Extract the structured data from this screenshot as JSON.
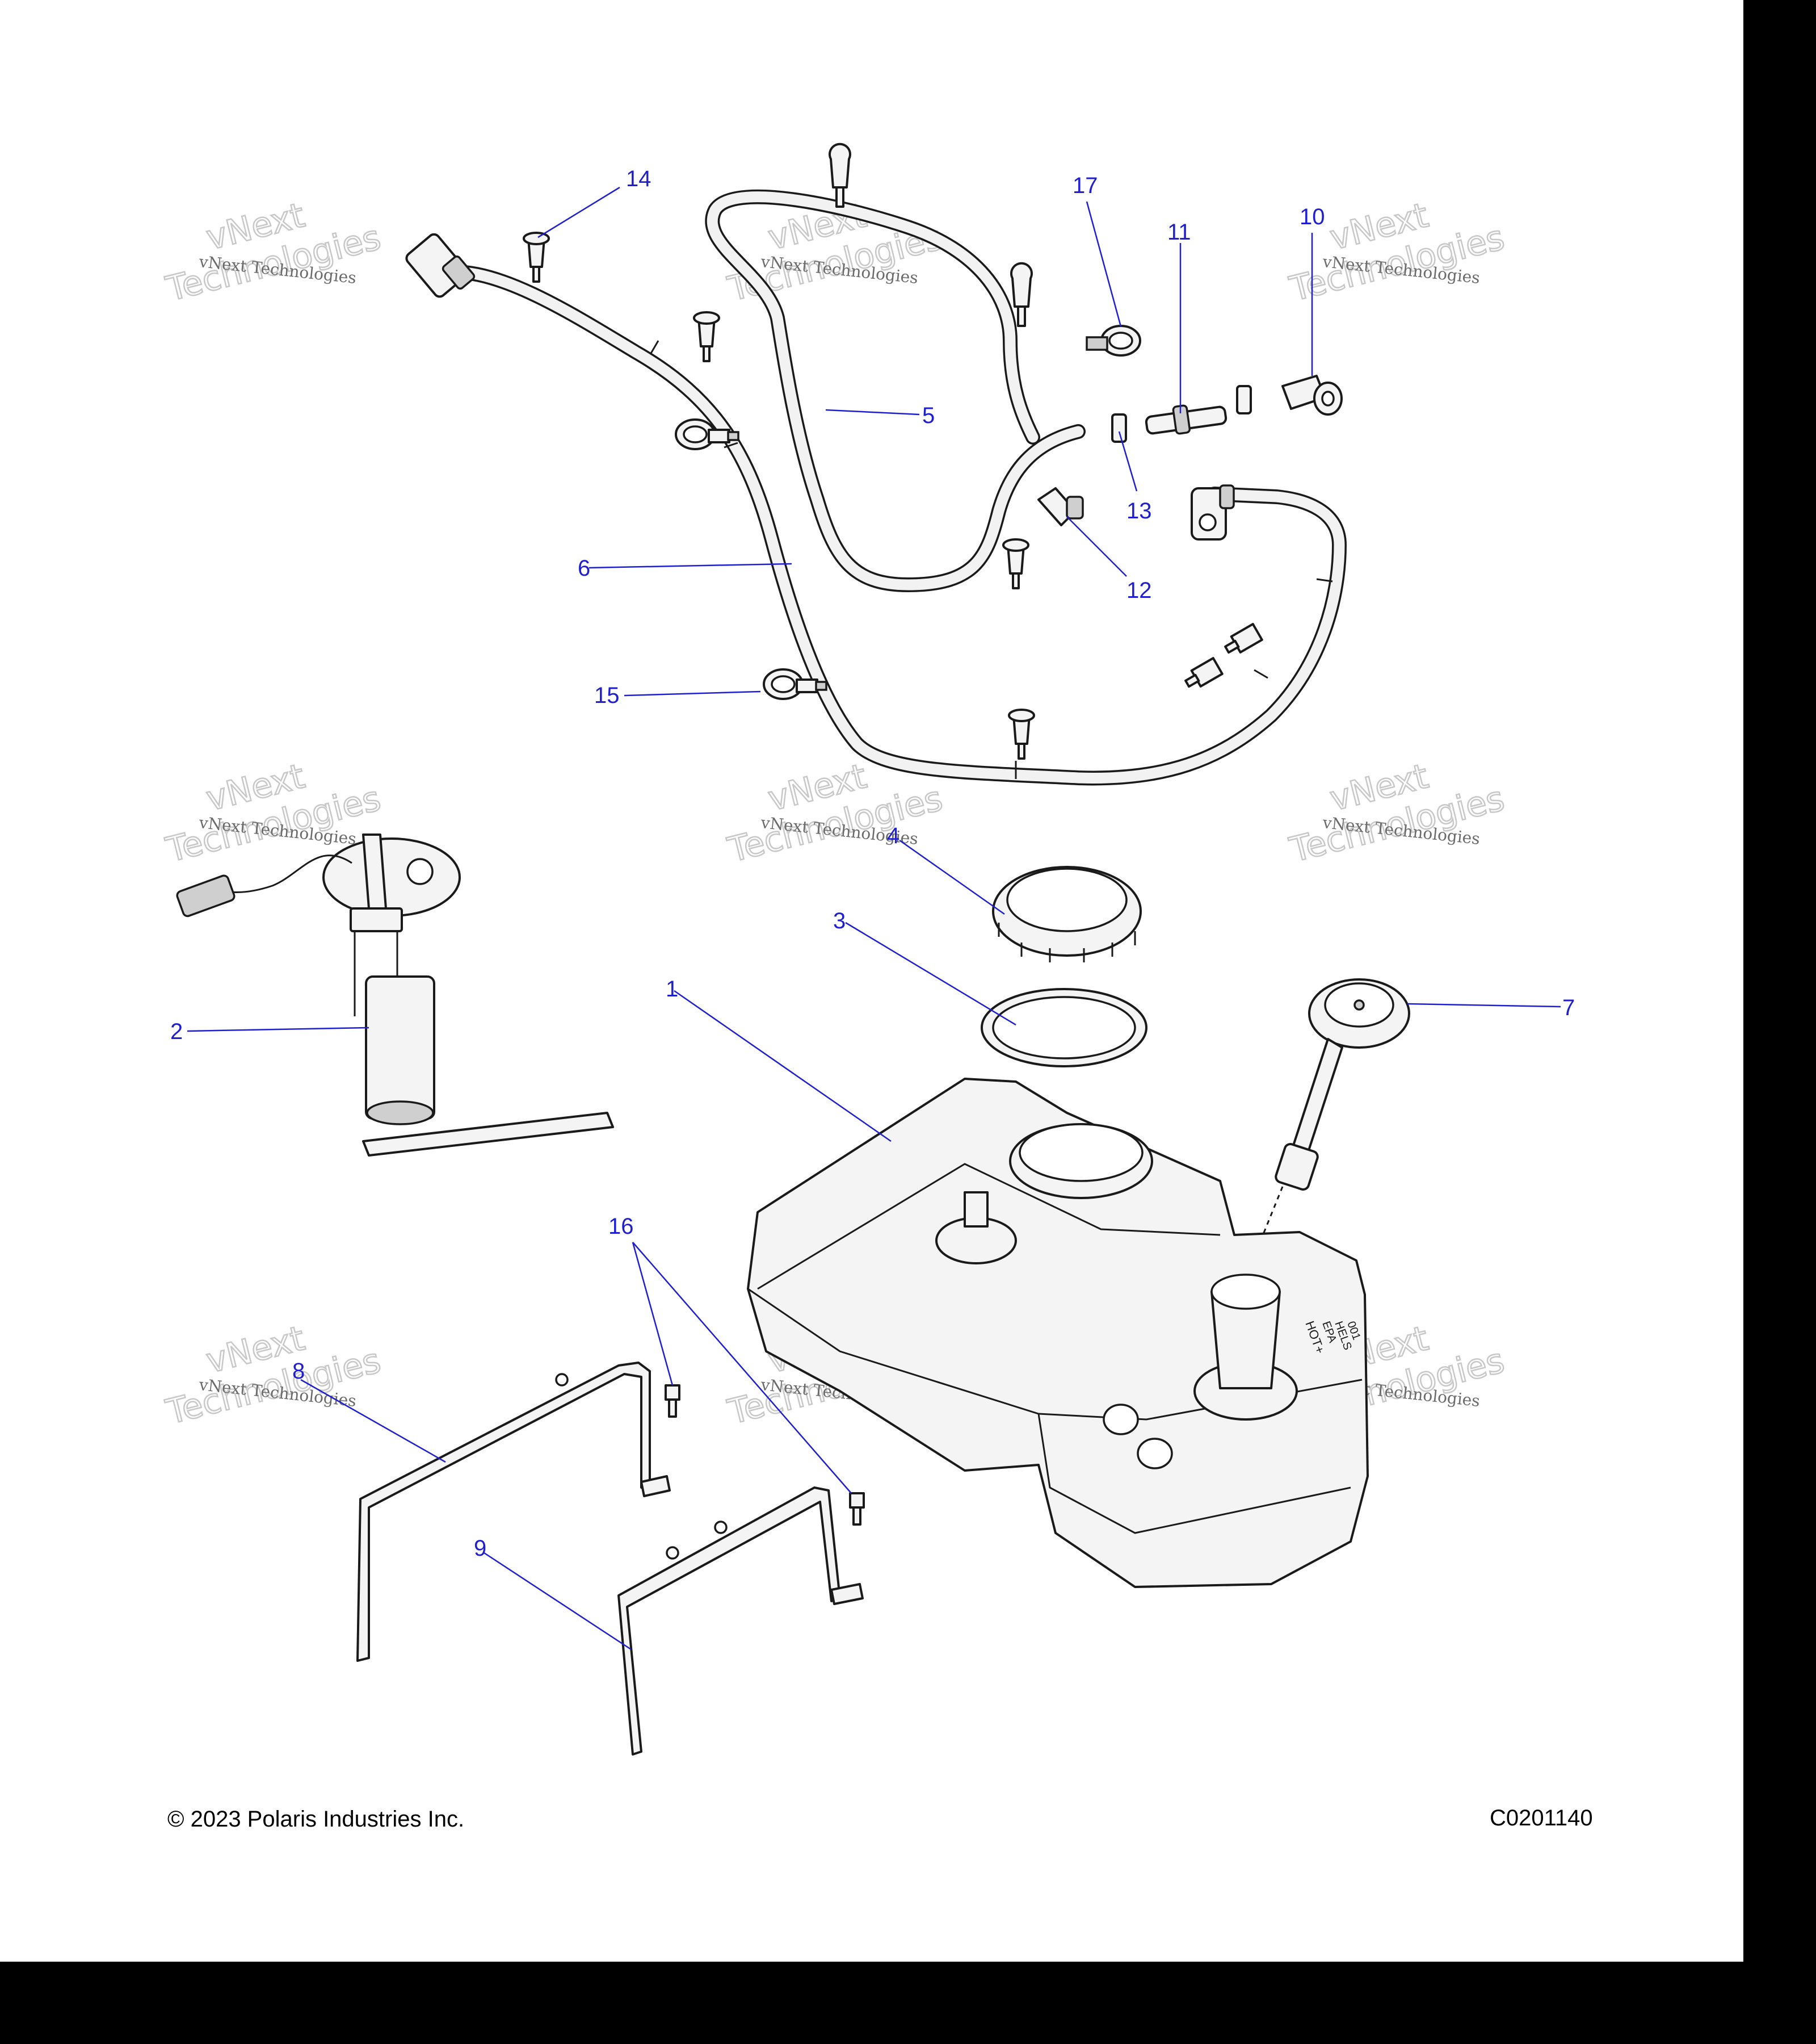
{
  "callouts": [
    {
      "id": "1",
      "label": "1"
    },
    {
      "id": "2",
      "label": "2"
    },
    {
      "id": "3",
      "label": "3"
    },
    {
      "id": "4",
      "label": "4"
    },
    {
      "id": "5",
      "label": "5"
    },
    {
      "id": "6",
      "label": "6"
    },
    {
      "id": "7",
      "label": "7"
    },
    {
      "id": "8",
      "label": "8"
    },
    {
      "id": "9",
      "label": "9"
    },
    {
      "id": "10",
      "label": "10"
    },
    {
      "id": "11",
      "label": "11"
    },
    {
      "id": "12",
      "label": "12"
    },
    {
      "id": "13",
      "label": "13"
    },
    {
      "id": "14",
      "label": "14"
    },
    {
      "id": "15",
      "label": "15"
    },
    {
      "id": "16",
      "label": "16"
    },
    {
      "id": "17",
      "label": "17"
    }
  ],
  "watermark": {
    "line1": "vNext Technologies",
    "line2": "vNext",
    "line3": "Technologies"
  },
  "tank_markings": {
    "cap_text": "HOT+",
    "emission_text": "EPA",
    "emission_text_2": "HELS",
    "emission_text_3": "001"
  },
  "footer": {
    "copyright": "© 2023 Polaris Industries Inc.",
    "code": "C0201140"
  },
  "colors": {
    "callout": "#1f1fd0",
    "background": "#000000",
    "sheet": "#ffffff"
  }
}
